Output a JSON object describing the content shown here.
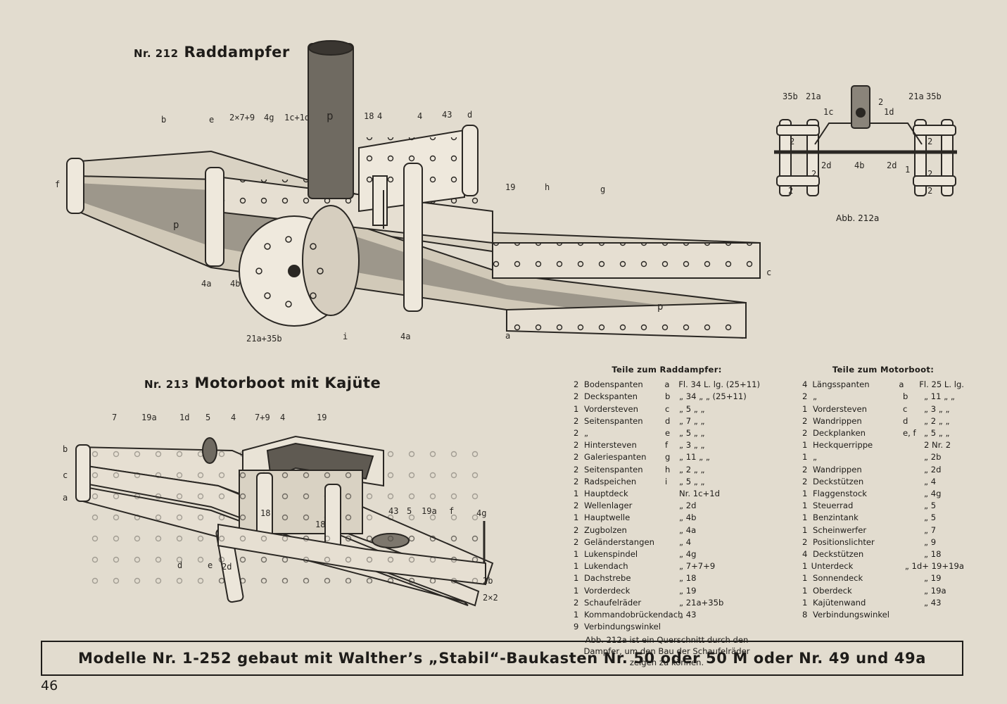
{
  "model_212": {
    "nr": "Nr. 212",
    "name": "Raddampfer"
  },
  "model_213": {
    "nr": "Nr. 213",
    "name": "Motorboot mit Kajüte"
  },
  "labels_212": [
    "b",
    "e",
    "2×7+9",
    "4g",
    "1c+1d",
    "p",
    "18",
    "4",
    "4",
    "43",
    "d",
    "f",
    "19",
    "h",
    "g",
    "p",
    "c",
    "p",
    "4a",
    "4b",
    "21a+35b",
    "i",
    "4a",
    "a"
  ],
  "labels_212a": [
    "35b",
    "21a",
    "2",
    "21a",
    "35b",
    "1c",
    "1d",
    "2",
    "2",
    "2d",
    "4b",
    "2d",
    "1",
    "2",
    "2",
    "2",
    "2"
  ],
  "caption_212a": "Abb. 212a",
  "labels_213": [
    "7",
    "19a",
    "1d",
    "5",
    "4",
    "7+9",
    "4",
    "19",
    "b",
    "c",
    "a",
    "18",
    "18",
    "43",
    "5",
    "19a",
    "f",
    "4g",
    "d",
    "e",
    "2d",
    "2b",
    "2×2"
  ],
  "parts_raddampfer": {
    "heading": "Teile zum Raddampfer:",
    "rows": [
      [
        "2",
        "Bodenspanten",
        "a",
        "Fl. 34 L. lg. (25+11)"
      ],
      [
        "2",
        "Deckspanten",
        "b",
        "„ 34 „ „ (25+11)"
      ],
      [
        "1",
        "Vordersteven",
        "c",
        "„ 5 „ „"
      ],
      [
        "2",
        "Seitenspanten",
        "d",
        "„ 7 „ „"
      ],
      [
        "2",
        "„",
        "e",
        "„ 5 „ „"
      ],
      [
        "2",
        "Hintersteven",
        "f",
        "„ 3 „ „"
      ],
      [
        "2",
        "Galeriespanten",
        "g",
        "„ 11 „ „"
      ],
      [
        "2",
        "Seitenspanten",
        "h",
        "„ 2 „ „"
      ],
      [
        "2",
        "Radspeichen",
        "i",
        "„ 5 „ „"
      ],
      [
        "1",
        "Hauptdeck",
        "",
        "Nr. 1c+1d"
      ],
      [
        "2",
        "Wellenlager",
        "",
        "„ 2d"
      ],
      [
        "1",
        "Hauptwelle",
        "",
        "„ 4b"
      ],
      [
        "2",
        "Zugbolzen",
        "",
        "„ 4a"
      ],
      [
        "2",
        "Geländerstangen",
        "",
        "„ 4"
      ],
      [
        "1",
        "Lukenspindel",
        "",
        "„ 4g"
      ],
      [
        "1",
        "Lukendach",
        "",
        "„ 7+7+9"
      ],
      [
        "1",
        "Dachstrebe",
        "",
        "„ 18"
      ],
      [
        "1",
        "Vorderdeck",
        "",
        "„ 19"
      ],
      [
        "2",
        "Schaufelräder",
        "",
        "„ 21a+35b"
      ],
      [
        "1",
        "Kommandobrückendach",
        "",
        "„ 43"
      ],
      [
        "9",
        "Verbindungswinkel",
        "",
        ""
      ]
    ],
    "note": "Abb. 212a ist ein Querschnitt durch den Dampfer, um den Bau der Schaufelräder zeigen zu können."
  },
  "parts_motorboot": {
    "heading": "Teile zum Motorboot:",
    "rows": [
      [
        "4",
        "Längsspanten",
        "a",
        "Fl. 25 L. lg."
      ],
      [
        "2",
        "„",
        "b",
        "„ 11 „ „"
      ],
      [
        "1",
        "Vordersteven",
        "c",
        "„ 3 „ „"
      ],
      [
        "2",
        "Wandrippen",
        "d",
        "„ 2 „ „"
      ],
      [
        "2",
        "Deckplanken",
        "e, f",
        "„ 5 „ „"
      ],
      [
        "1",
        "Heckquerrippe",
        "",
        "2 Nr. 2"
      ],
      [
        "1",
        "„",
        "",
        "„ 2b"
      ],
      [
        "2",
        "Wandrippen",
        "",
        "„ 2d"
      ],
      [
        "2",
        "Deckstützen",
        "",
        "„ 4"
      ],
      [
        "1",
        "Flaggenstock",
        "",
        "„ 4g"
      ],
      [
        "1",
        "Steuerrad",
        "",
        "„ 5"
      ],
      [
        "1",
        "Benzintank",
        "",
        "„ 5"
      ],
      [
        "1",
        "Scheinwerfer",
        "",
        "„ 7"
      ],
      [
        "2",
        "Positionslichter",
        "",
        "„ 9"
      ],
      [
        "4",
        "Deckstützen",
        "",
        "„ 18"
      ],
      [
        "1",
        "Unterdeck",
        "",
        "„ 1d+ 19+19a"
      ],
      [
        "1",
        "Sonnendeck",
        "",
        "„ 19"
      ],
      [
        "1",
        "Oberdeck",
        "",
        "„ 19a"
      ],
      [
        "1",
        "Kajütenwand",
        "",
        "„ 43"
      ],
      [
        "8",
        "Verbindungswinkel",
        "",
        ""
      ]
    ]
  },
  "banner": "Modelle Nr. 1-252 gebaut mit Walther’s „Stabil“-Baukasten Nr. 50 oder 50 M oder Nr. 49 und 49a",
  "page_number": "46"
}
